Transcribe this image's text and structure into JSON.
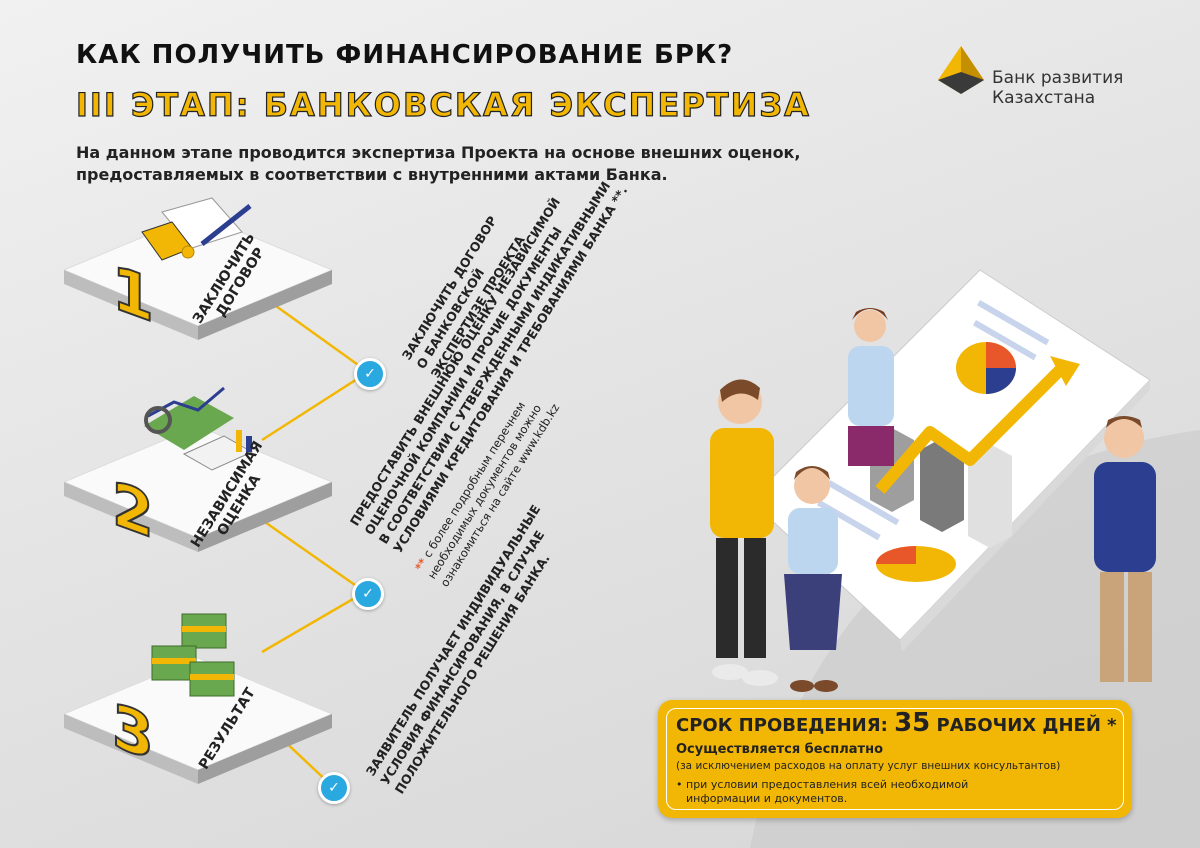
{
  "header": {
    "title": "КАК ПОЛУЧИТЬ ФИНАНСИРОВАНИЕ БРК?",
    "subtitle": "III ЭТАП: БАНКОВСКАЯ ЭКСПЕРТИЗА",
    "lead": "На данном этапе проводится экспертиза Проекта на основе внешних оценок, предоставляемых в соответствии с внутренними актами Банка."
  },
  "logo": {
    "line1": "Банк развития",
    "line2": "Казахстана",
    "colors": {
      "gold": "#f2b705",
      "dark": "#3a3a3a"
    }
  },
  "steps": [
    {
      "number": "1",
      "label_line1": "ЗАКЛЮЧИТЬ",
      "label_line2": "ДОГОВОР",
      "text": [
        "ЗАКЛЮЧИТЬ ДОГОВОР",
        "О БАНКОВСКОЙ",
        "ЭКСПЕРТИЗЕ ПРОЕКТА"
      ],
      "icon": "contract-icon"
    },
    {
      "number": "2",
      "label_line1": "НЕЗАВИСИМАЯ",
      "label_line2": "ОЦЕНКА",
      "text": [
        "ПРЕДОСТАВИТЬ ВНЕШНЮЮ ОЦЕНКУ НЕЗАВИСИМОЙ",
        "ОЦЕНОЧНОЙ КОМПАНИИ И ПРОЧИЕ ДОКУМЕНТЫ",
        "В СООТВЕТСТВИИ С УТВЕРЖДЕННЫМИ ИНДИКАТИВНЫМИ",
        "УСЛОВИЯМИ КРЕДИТОВАНИЯ И ТРЕБОВАНИЯМИ БАНКА **."
      ],
      "footnote_mark": "**",
      "footnote": [
        "с более подробным перечнем",
        "необходимых документов можно",
        "ознакомиться на сайте www.kdb.kz"
      ],
      "icon": "analytics-icon"
    },
    {
      "number": "3",
      "label_line1": "РЕЗУЛЬТАТ",
      "label_line2": "",
      "text": [
        "ЗАЯВИТЕЛЬ ПОЛУЧАЕТ ИНДИВИДУАЛЬНЫЕ",
        "УСЛОВИЯ ФИНАНСИРОВАНИЯ, В СЛУЧАЕ",
        "ПОЛОЖИТЕЛЬНОГО РЕШЕНИЯ БАНКА."
      ],
      "icon": "money-stacks-icon"
    }
  ],
  "infobox": {
    "title_prefix": "СРОК ПРОВЕДЕНИЯ:",
    "title_number": "35",
    "title_suffix": "РАБОЧИХ ДНЕЙ *",
    "line1": "Осуществляется бесплатно",
    "line2": "(за исключением расходов на оплату услуг внешних консультантов)",
    "bullet": "при условии предоставления всей необходимой информации и документов."
  },
  "colors": {
    "accent": "#f2b705",
    "node": "#2aa8e0",
    "line": "#f2b705",
    "text": "#222222"
  }
}
